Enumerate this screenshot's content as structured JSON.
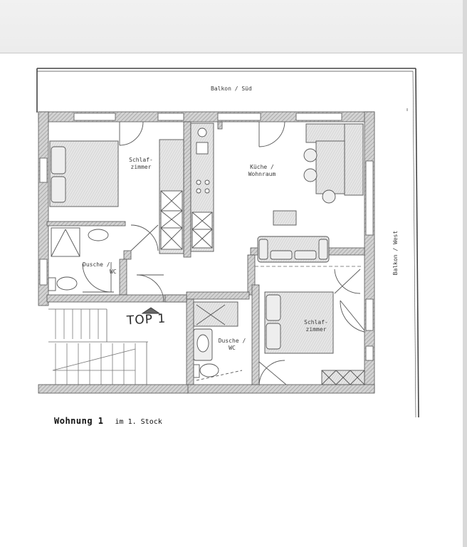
{
  "labels": {
    "balkon_sued": "Balkon / Süd",
    "balkon_west": "Balkon / West",
    "schlafzimmer_1_a": "Schlaf-",
    "schlafzimmer_1_b": "zimmer",
    "kueche_a": "Küche /",
    "kueche_b": "Wohnraum",
    "dusche_1_a": "Dusche /",
    "dusche_1_b": "WC",
    "top": "TOP 1",
    "dusche_2_a": "Dusche /",
    "dusche_2_b": "WC",
    "schlafzimmer_2_a": "Schlaf-",
    "schlafzimmer_2_b": "zimmer"
  },
  "caption": {
    "title": "Wohnung 1",
    "subtitle": "im 1. Stock"
  },
  "colors": {
    "paper": "#ffffff",
    "scan_margin": "#ececec",
    "wall_hatch": "#a9a9a9",
    "line": "#555555"
  }
}
